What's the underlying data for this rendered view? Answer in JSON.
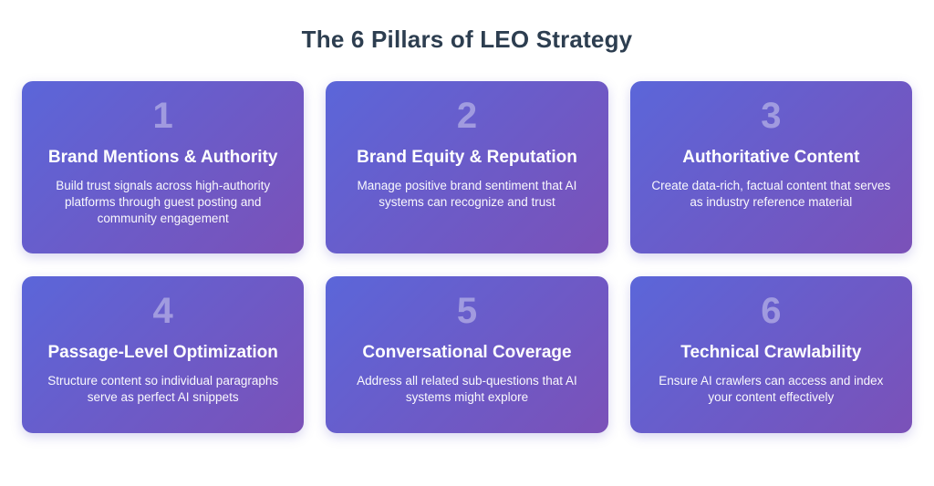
{
  "page": {
    "title": "The 6 Pillars of LEO Strategy"
  },
  "colors": {
    "background": "#ffffff",
    "title_color": "#2d3e50",
    "card_gradient_start": "#5b66d9",
    "card_gradient_end": "#7b51b8",
    "card_number_color": "rgba(255,255,255,0.38)",
    "card_text_color": "#ffffff"
  },
  "pillars": [
    {
      "number": "1",
      "title": "Brand Mentions & Authority",
      "description": "Build trust signals across high-authority platforms through guest posting and community engagement"
    },
    {
      "number": "2",
      "title": "Brand Equity & Reputation",
      "description": "Manage positive brand sentiment that AI systems can recognize and trust"
    },
    {
      "number": "3",
      "title": "Authoritative Content",
      "description": "Create data-rich, factual content that serves as industry reference material"
    },
    {
      "number": "4",
      "title": "Passage-Level Optimization",
      "description": "Structure content so individual paragraphs serve as perfect AI snippets"
    },
    {
      "number": "5",
      "title": "Conversational Coverage",
      "description": "Address all related sub-questions that AI systems might explore"
    },
    {
      "number": "6",
      "title": "Technical Crawlability",
      "description": "Ensure AI crawlers can access and index your content effectively"
    }
  ]
}
